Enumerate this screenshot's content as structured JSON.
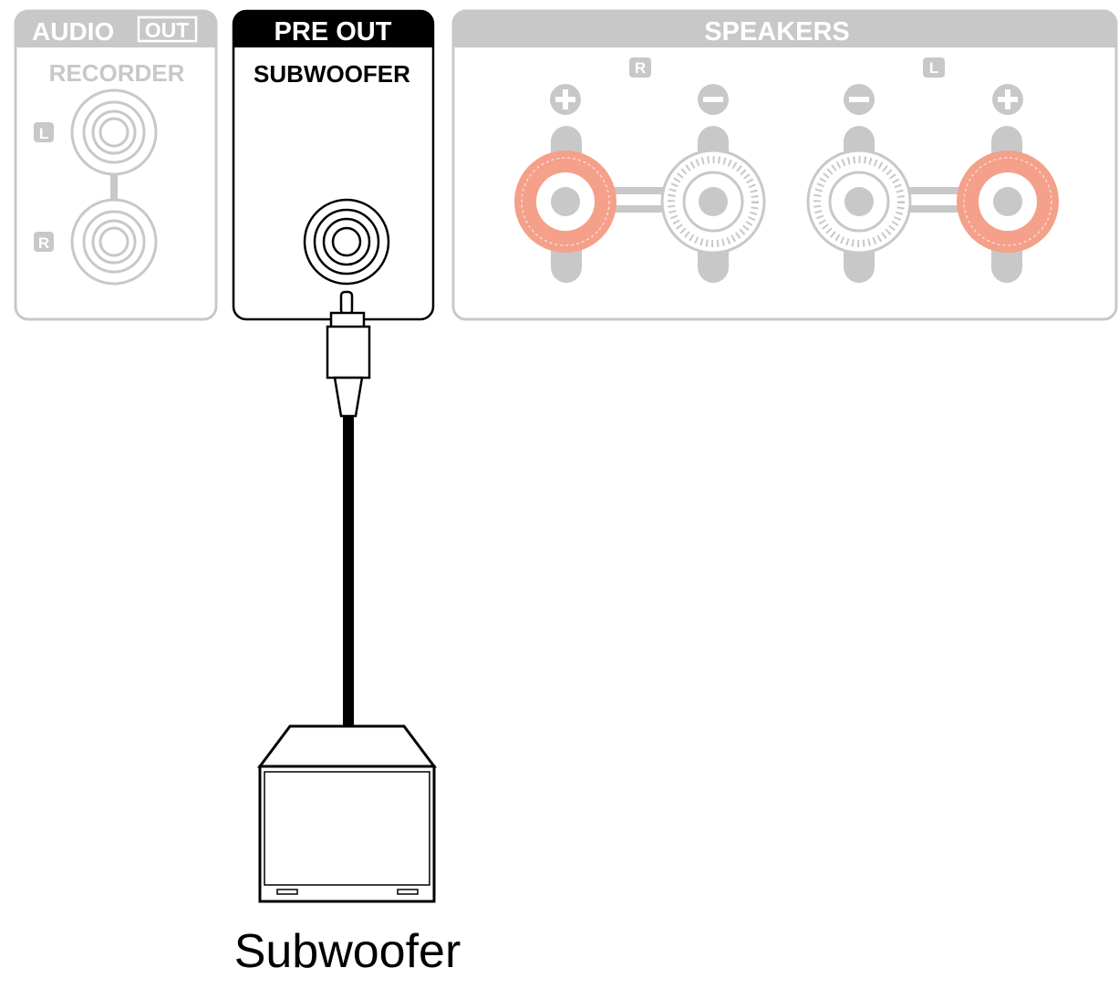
{
  "audio_out_panel": {
    "title_main": "AUDIO",
    "title_badge": "OUT",
    "subtitle": "RECORDER",
    "channel_left": "L",
    "channel_right": "R"
  },
  "pre_out_panel": {
    "title": "PRE OUT",
    "subtitle": "SUBWOOFER"
  },
  "speakers_panel": {
    "title": "SPEAKERS",
    "channel_right": "R",
    "channel_left": "L",
    "terminals": [
      "+",
      "−",
      "−",
      "+"
    ]
  },
  "device": {
    "caption": "Subwoofer"
  },
  "colors": {
    "inactive": "#c8c8c8",
    "inactive_light": "#e6e6e6",
    "active_terminal": "#f5a08a",
    "active_border": "#000000"
  }
}
